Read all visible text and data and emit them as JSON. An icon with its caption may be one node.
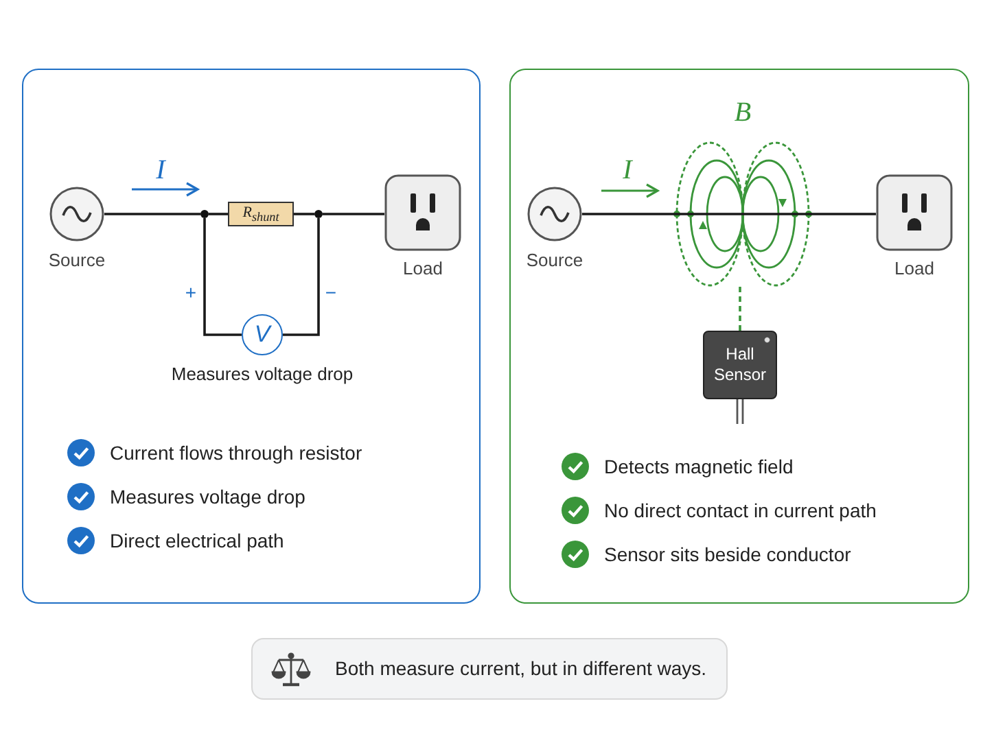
{
  "diagram": {
    "nodes": [
      {
        "text": [],
        "shape": "box"
      },
      {
        "text": [
          "Source"
        ],
        "in": 0
      },
      {
        "text": [
          "R$_{shunt}$"
        ],
        "in": 0
      },
      {
        "text": [
          "Load"
        ],
        "in": 0
      },
      {
        "text": [
          "V"
        ],
        "in": 0,
        "beside": [
          "Measures voltage drop"
        ]
      },
      {
        "text": [],
        "shape": "circle",
        "in": 0
      },
      {
        "text": [],
        "shape": "circle",
        "in": 0
      },
      {
        "text": [],
        "shape": "box"
      },
      {
        "text": [
          "Source"
        ],
        "in": 7
      },
      {
        "text": [
          "Load"
        ],
        "in": 7
      },
      {
        "text": [
          "Hall Sensor"
        ],
        "in": 7
      },
      {
        "text": [
          "Both measure current, but in different ways."
        ]
      }
    ],
    "edges": [
      {
        "from": 1,
        "to": 5,
        "arrow": "none"
      },
      {
        "from": 5,
        "to": 2,
        "arrow": "none"
      },
      {
        "from": 2,
        "to": 6,
        "arrow": "none"
      },
      {
        "from": 6,
        "to": 3,
        "arrow": "none"
      },
      {
        "from": 5,
        "to": 4,
        "arrow": "none",
        "label": "+"
      },
      {
        "from": 4,
        "to": 6,
        "arrow": "none",
        "label": "−"
      },
      {
        "from": 8,
        "to": 9,
        "arrow": "none"
      },
      {
        "from": 10,
        "to": null,
        "arrow": "none",
        "style": "dashed",
        "color": "#3a963a"
      }
    ],
    "labels": [
      "I",
      "Current flows through resistor",
      "Measures voltage drop",
      "Direct electrical path",
      "B",
      "I",
      "Detects magnetic field",
      "No direct contact in current path",
      "Sensor sits beside conductor"
    ]
  }
}
